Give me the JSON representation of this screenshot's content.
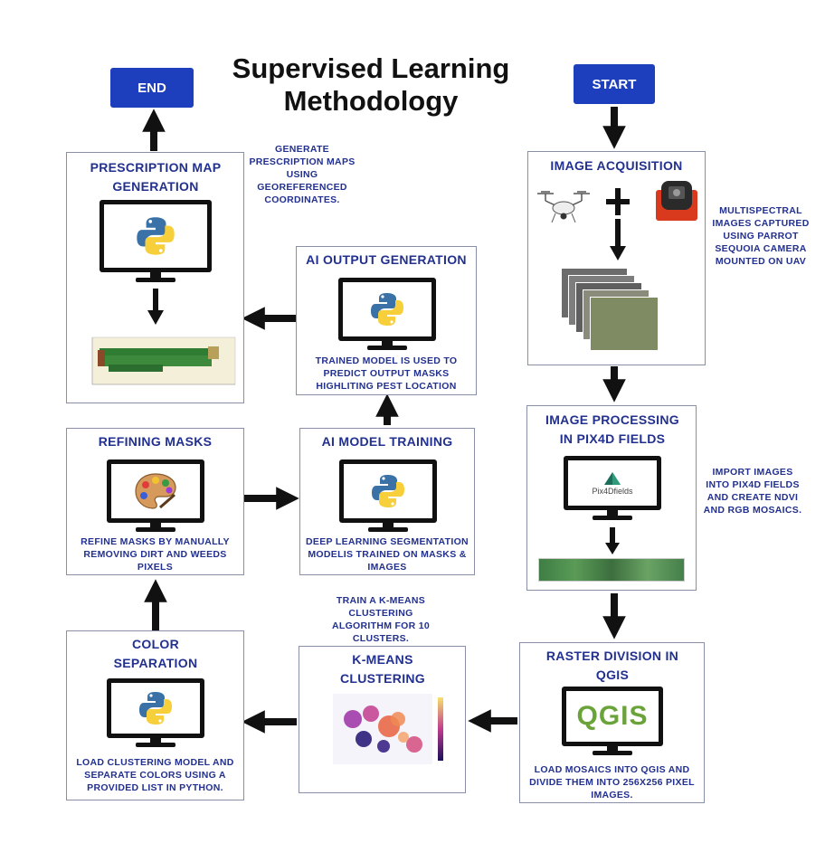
{
  "title": "Supervised Learning Methodology",
  "start_label": "START",
  "end_label": "END",
  "steps": {
    "image_acquisition": {
      "title": "IMAGE ACQUISITION"
    },
    "image_processing": {
      "title": "IMAGE PROCESSING IN PIX4D FIELDS",
      "logo_text": "Pix4Dfields"
    },
    "raster_division": {
      "title": "RASTER DIVISION IN QGIS",
      "logo_text": "QGIS",
      "caption": "LOAD MOSAICS INTO QGIS AND DIVIDE THEM INTO 256X256 PIXEL IMAGES."
    },
    "kmeans": {
      "title": "K-MEANS CLUSTERING"
    },
    "color_separation": {
      "title": "COLOR SEPARATION",
      "caption": "LOAD CLUSTERING MODEL AND SEPARATE COLORS USING A PROVIDED LIST IN PYTHON."
    },
    "refining_masks": {
      "title": "REFINING MASKS",
      "caption": "REFINE MASKS BY MANUALLY REMOVING DIRT AND WEEDS PIXELS"
    },
    "ai_training": {
      "title": "AI MODEL TRAINING",
      "caption": "DEEP LEARNING SEGMENTATION MODELIS TRAINED ON MASKS & IMAGES"
    },
    "ai_output": {
      "title": "AI OUTPUT GENERATION",
      "caption": "TRAINED MODEL IS USED TO PREDICT OUTPUT MASKS HIGHLITING PEST LOCATION"
    },
    "prescription": {
      "title": "PRESCRIPTION MAP GENERATION"
    }
  },
  "notes": {
    "acquisition": "MULTISPECTRAL IMAGES CAPTURED USING PARROT SEQUOIA CAMERA MOUNTED ON UAV",
    "processing": "IMPORT IMAGES INTO PIX4D FIELDS AND CREATE NDVI AND RGB MOSAICS.",
    "kmeans": "TRAIN A K-MEANS CLUSTERING ALGORITHM FOR 10 CLUSTERS.",
    "prescription": "GENERATE PRESCRIPTION MAPS USING GEOREFERENCED COORDINATES."
  },
  "colors": {
    "accent": "#1d3ebd",
    "text": "#22308f",
    "arrow": "#111111"
  },
  "icons": [
    "python-logo-icon",
    "drone-icon",
    "camera-icon",
    "palette-icon",
    "qgis-logo-icon",
    "pix4d-logo-icon"
  ]
}
